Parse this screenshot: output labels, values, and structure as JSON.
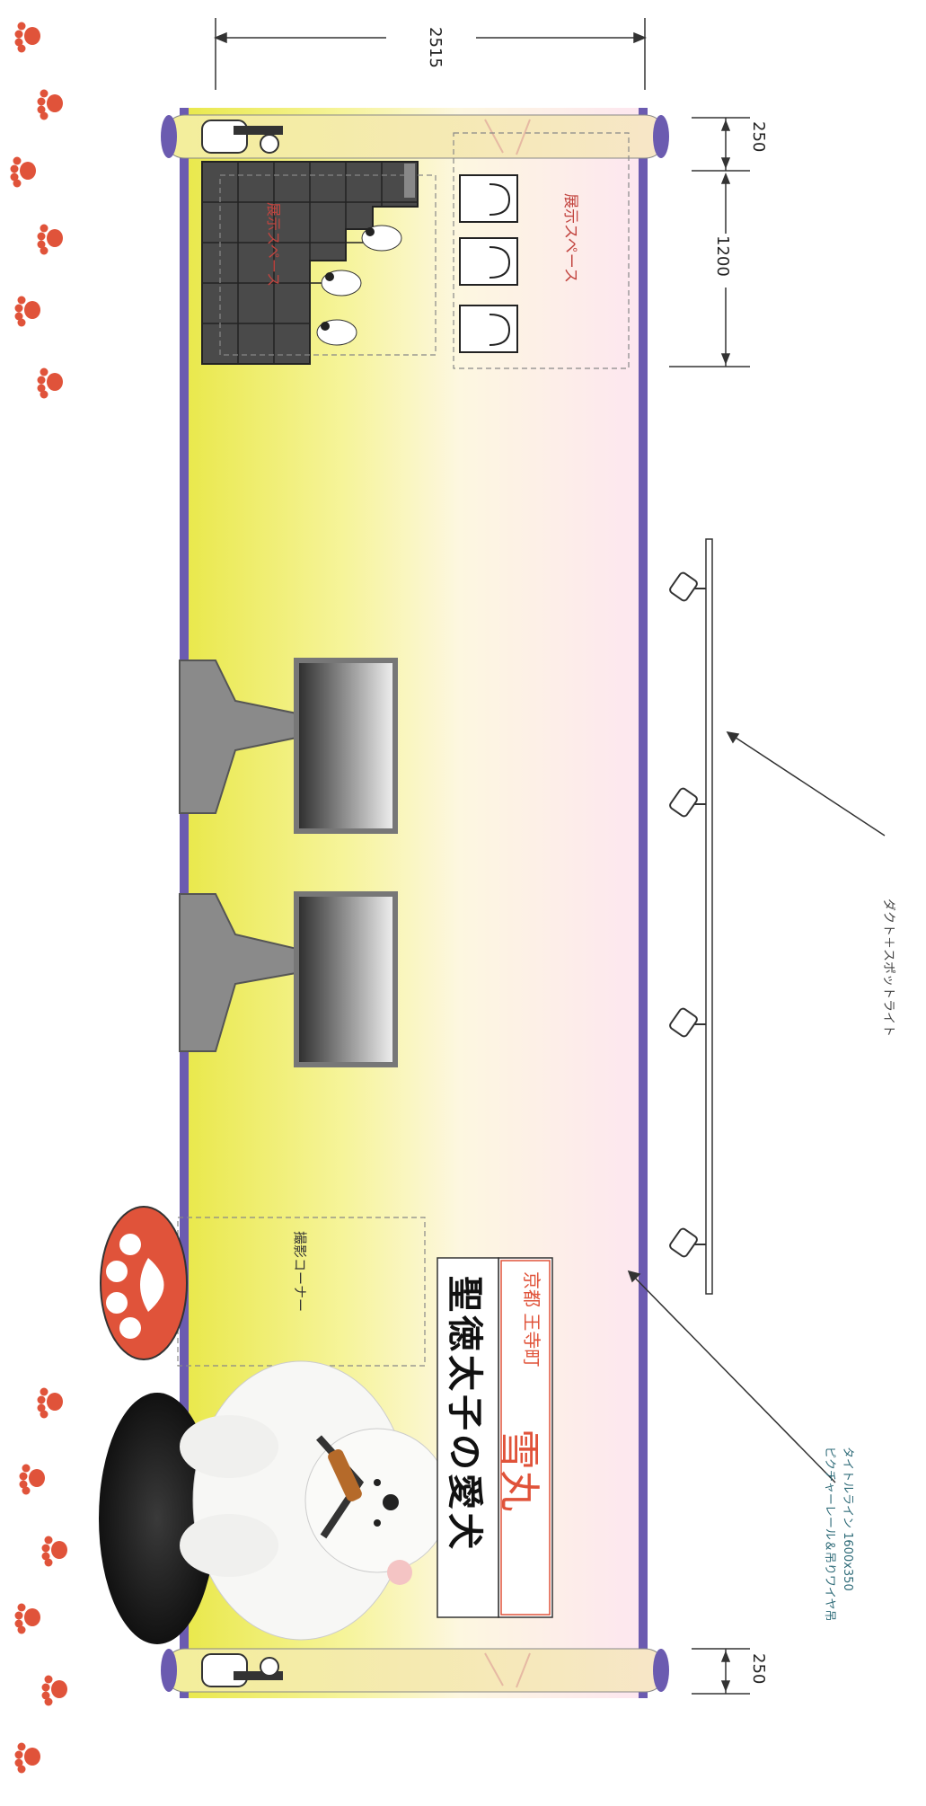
{
  "dimensions": {
    "overall_width": "2515",
    "roll_top": "250",
    "section_length": "1200",
    "roll_bottom": "250"
  },
  "labels": {
    "display_space_right": "展示スペース",
    "display_space_left": "展示スペース",
    "photo_corner": "撮影コーナー",
    "duct_spotlight": "ダクト＋スポットライト",
    "title_line_note": "タイトルライン 1600x350",
    "title_line_note2": "ピクチャーレール＆吊りワイヤ吊"
  },
  "title_panel": {
    "line1_small": "京都 王寺町",
    "line1_large": "雪丸",
    "line2": "聖徳太子の愛犬"
  },
  "colors": {
    "frame_purple": "#6b5bb0",
    "wall_yellow": "#f4f18a",
    "wall_pink": "#fde8f0",
    "paw_red": "#e0533a",
    "dark_shelf": "#4a4a4a"
  }
}
